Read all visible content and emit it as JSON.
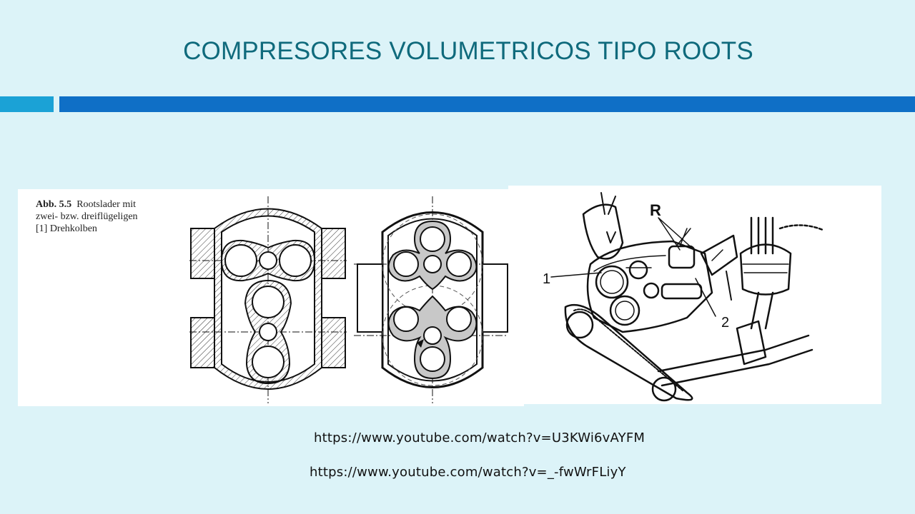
{
  "slide": {
    "title": "COMPRESORES VOLUMETRICOS TIPO ROOTS",
    "accent_color": "#0f6fc6",
    "accent_light_color": "#1ba2d6",
    "background_color": "#dcf3f8"
  },
  "figure_left": {
    "caption_label": "Abb. 5.5",
    "caption_line1": "Rootslader mit",
    "caption_line2": "zwei- bzw. dreiflügeligen",
    "caption_line3": "[1] Drehkolben"
  },
  "figure_right": {
    "label_r": "R",
    "label_1": "1",
    "label_2": "2"
  },
  "links": {
    "link1": "https://www.youtube.com/watch?v=U3KWi6vAYFM",
    "link2": "https://www.youtube.com/watch?v=_-fwWrFLiyY"
  }
}
